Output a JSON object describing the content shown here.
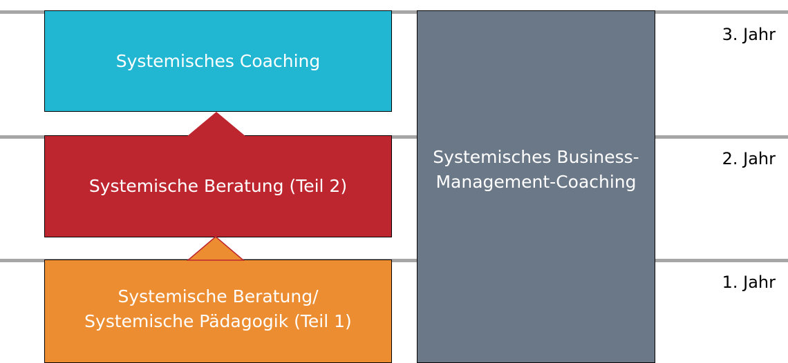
{
  "years": {
    "year3": "3. Jahr",
    "year2": "2. Jahr",
    "year1": "1. Jahr"
  },
  "boxes": {
    "coaching": {
      "label": "Systemisches Coaching",
      "color": "#21b7d2"
    },
    "beratung2": {
      "label": "Systemische Beratung (Teil 2)",
      "color": "#be262f"
    },
    "beratung1": {
      "label": "Systemische Beratung/\nSystemische Pädagogik (Teil 1)",
      "color": "#ed8d31"
    },
    "business": {
      "label": "Systemisches Business-\nManagement-Coaching",
      "color": "#6b7887"
    }
  },
  "colors": {
    "divider": "#a6a6a6"
  }
}
